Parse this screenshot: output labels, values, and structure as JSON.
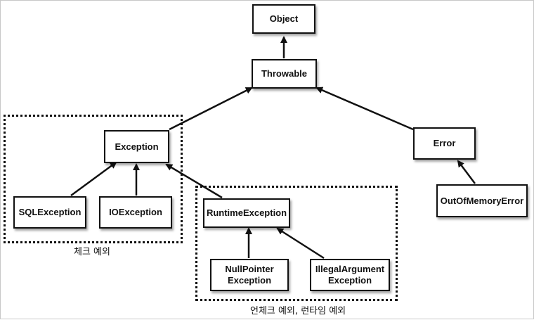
{
  "nodes": {
    "object": "Object",
    "throwable": "Throwable",
    "exception": "Exception",
    "error": "Error",
    "sql_exception": "SQLException",
    "io_exception": "IOException",
    "runtime_exception": "RuntimeException",
    "out_of_memory_error": "OutOfMemoryError",
    "null_pointer_exception": "NullPointer\nException",
    "illegal_argument_exception": "IllegalArgument\nException"
  },
  "groups": {
    "checked_label": "체크 예외",
    "unchecked_label": "언체크 예외, 런타임 예외"
  },
  "colors": {
    "line": "#111111",
    "background": "#ffffff"
  }
}
